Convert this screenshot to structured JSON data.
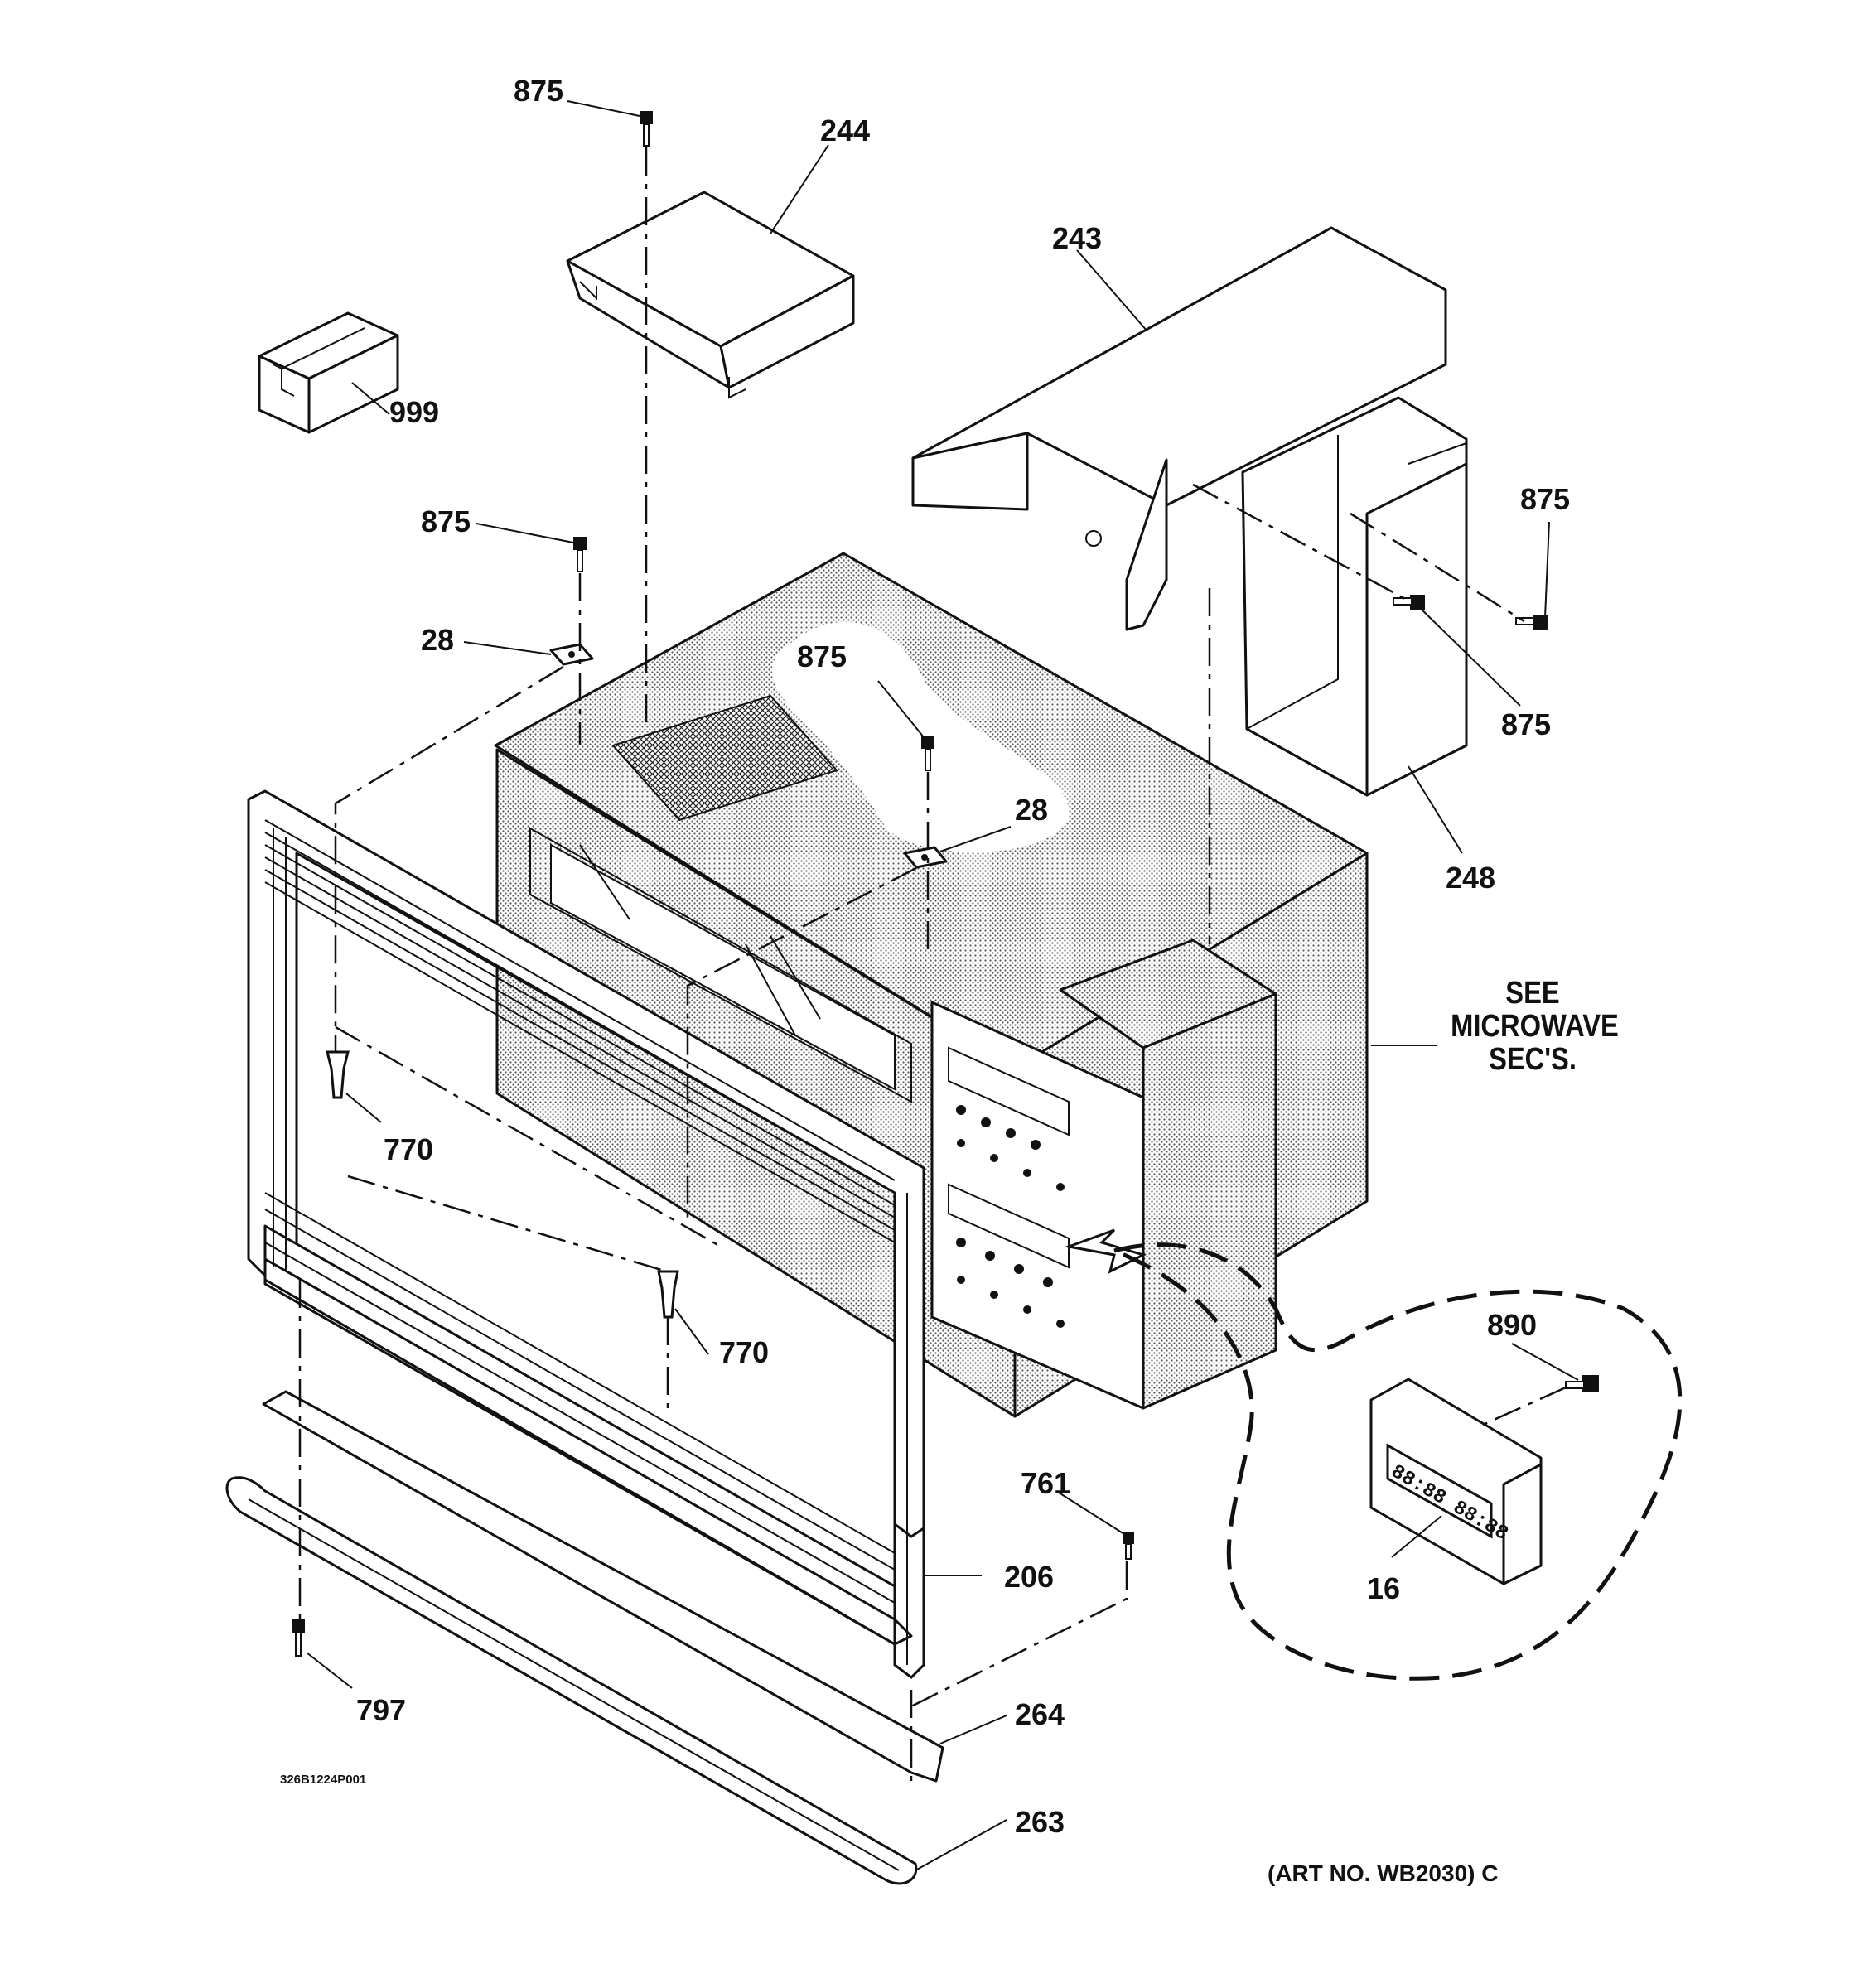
{
  "diagram": {
    "labels": {
      "p875_top": "875",
      "p244": "244",
      "p243": "243",
      "p999": "999",
      "p875_left": "875",
      "p875_right_top": "875",
      "p875_right_bottom": "875",
      "p28_left": "28",
      "p875_center": "875",
      "p28_center": "28",
      "p248": "248",
      "p770_upper": "770",
      "p770_lower": "770",
      "p890": "890",
      "p16": "16",
      "p761": "761",
      "p206": "206",
      "p797": "797",
      "p264": "264",
      "p263": "263"
    },
    "see_note": [
      "SEE",
      "MICROWAVE",
      "SEC'S."
    ],
    "small_code": "326B1224P001",
    "art_number": "(ART NO. WB2030) C"
  }
}
